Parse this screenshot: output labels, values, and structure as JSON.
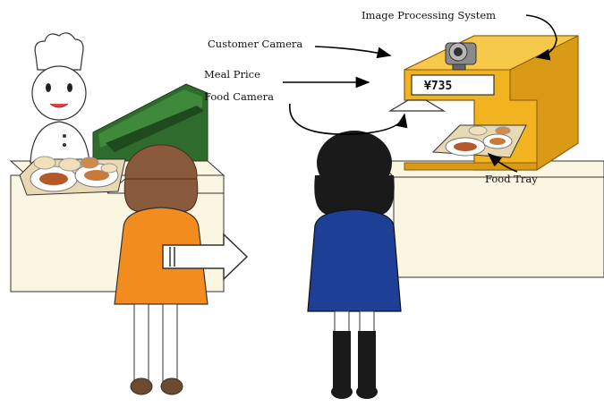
{
  "labels": {
    "image_processing_system": "Image Processing System",
    "customer_camera": "Customer Camera",
    "meal_price": "Meal Price",
    "food_camera": "Food Camera",
    "food_tray": "Food Tray"
  },
  "price_display": "¥735",
  "colors": {
    "counter": "#fbf6e2",
    "camera_housing": "#f2b320",
    "register": "#2f6b2c",
    "first_customer_dress": "#f28c1f",
    "second_customer_dress": "#1d3f96",
    "hair_brown": "#8a5a3c",
    "hair_dark": "#1a1a1a"
  },
  "icons": [
    "chef-icon",
    "camera-icon",
    "movement-arrow-icon",
    "food-tray-icon"
  ]
}
